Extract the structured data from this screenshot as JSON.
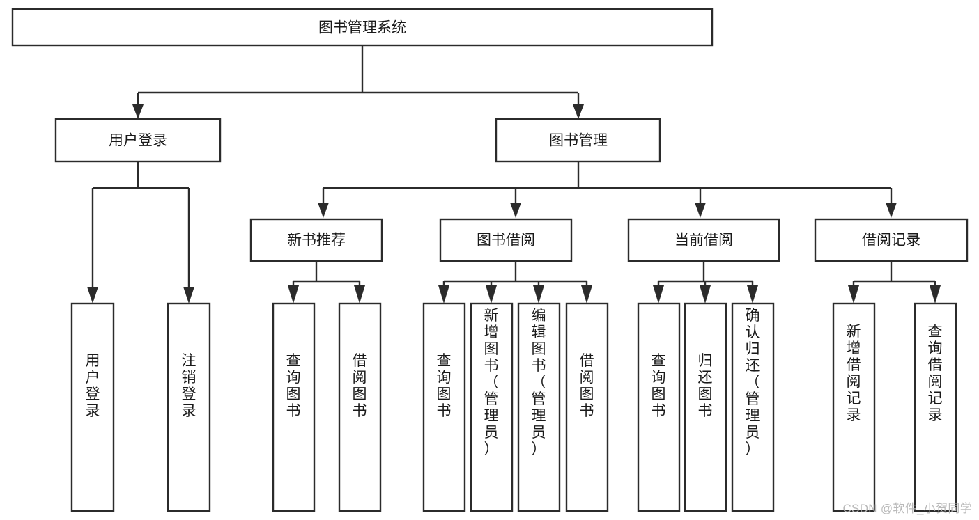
{
  "diagram": {
    "type": "tree-hierarchy",
    "orientation": "top-down",
    "background_color": "#ffffff",
    "line_color": "#2b2b2b",
    "text_color": "#1a1a1a",
    "root": {
      "id": "root",
      "label": "图书管理系统"
    },
    "level1": [
      {
        "id": "user-login",
        "label": "用户登录"
      },
      {
        "id": "book-management",
        "label": "图书管理"
      }
    ],
    "level2": [
      {
        "id": "new-book-recommend",
        "label": "新书推荐",
        "parent": "book-management"
      },
      {
        "id": "book-borrow",
        "label": "图书借阅",
        "parent": "book-management"
      },
      {
        "id": "current-borrow",
        "label": "当前借阅",
        "parent": "book-management"
      },
      {
        "id": "borrow-record",
        "label": "借阅记录",
        "parent": "book-management"
      }
    ],
    "leaves": [
      {
        "id": "leaf-user-login",
        "label": "用户登录",
        "parent": "user-login"
      },
      {
        "id": "leaf-logout",
        "label": "注销登录",
        "parent": "user-login"
      },
      {
        "id": "leaf-query-book-1",
        "label": "查询图书",
        "parent": "new-book-recommend"
      },
      {
        "id": "leaf-borrow-book-1",
        "label": "借阅图书",
        "parent": "new-book-recommend"
      },
      {
        "id": "leaf-query-book-2",
        "label": "查询图书",
        "parent": "book-borrow"
      },
      {
        "id": "leaf-add-book",
        "label": "新增图书（管理员）",
        "parent": "book-borrow"
      },
      {
        "id": "leaf-edit-book",
        "label": "编辑图书（管理员）",
        "parent": "book-borrow"
      },
      {
        "id": "leaf-borrow-book-2",
        "label": "借阅图书",
        "parent": "book-borrow"
      },
      {
        "id": "leaf-query-book-3",
        "label": "查询图书",
        "parent": "current-borrow"
      },
      {
        "id": "leaf-return-book",
        "label": "归还图书",
        "parent": "current-borrow"
      },
      {
        "id": "leaf-confirm-return",
        "label": "确认归还（管理员）",
        "parent": "current-borrow"
      },
      {
        "id": "leaf-add-record",
        "label": "新增借阅记录",
        "parent": "borrow-record"
      },
      {
        "id": "leaf-query-record",
        "label": "查询借阅记录",
        "parent": "borrow-record"
      }
    ]
  },
  "watermark": {
    "text": "CSDN @软件_小贺同学"
  }
}
